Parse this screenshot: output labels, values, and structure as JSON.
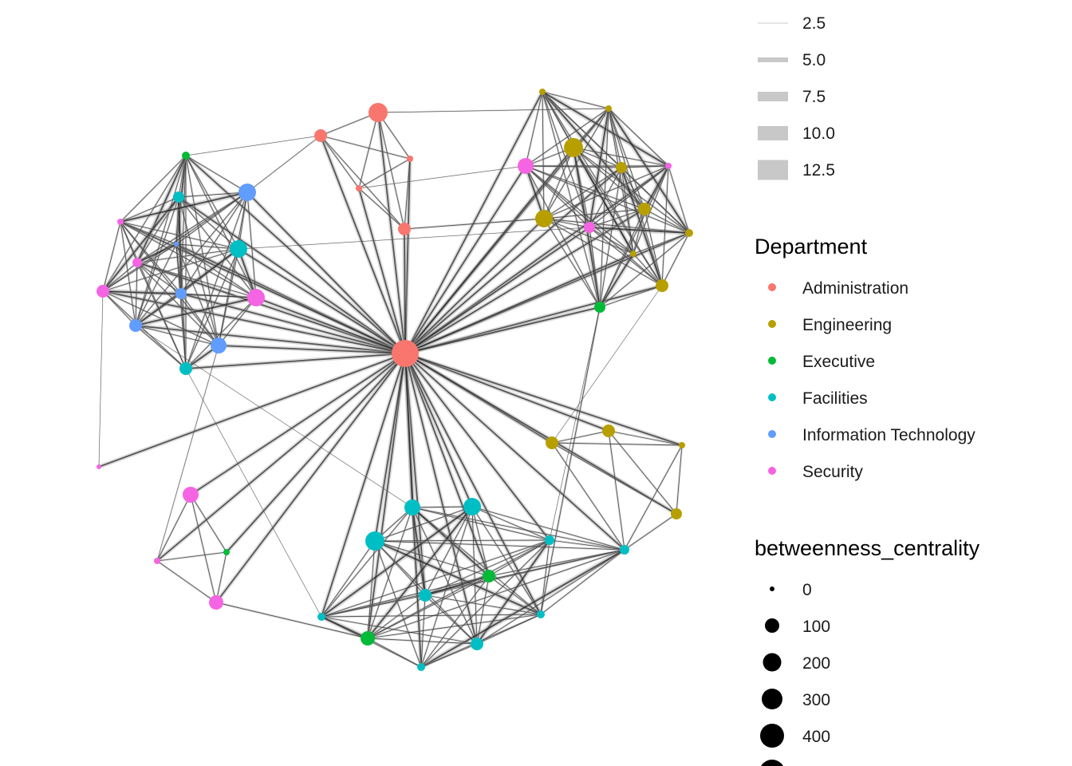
{
  "colors": {
    "Administration": "#F8766D",
    "Engineering": "#B79F00",
    "Executive": "#00BA38",
    "Facilities": "#00BFC4",
    "Information Technology": "#619CFF",
    "Security": "#F564E3"
  },
  "legend": {
    "edge_width": {
      "items": [
        {
          "label": "2.5"
        },
        {
          "label": "5.0"
        },
        {
          "label": "7.5"
        },
        {
          "label": "10.0"
        },
        {
          "label": "12.5"
        }
      ]
    },
    "department": {
      "title": "Department",
      "items": [
        {
          "label": "Administration",
          "color": "#F8766D"
        },
        {
          "label": "Engineering",
          "color": "#B79F00"
        },
        {
          "label": "Executive",
          "color": "#00BA38"
        },
        {
          "label": "Facilities",
          "color": "#00BFC4"
        },
        {
          "label": "Information Technology",
          "color": "#619CFF"
        },
        {
          "label": "Security",
          "color": "#F564E3"
        }
      ]
    },
    "betweenness": {
      "title": "betweenness_centrality",
      "items": [
        {
          "label": "0"
        },
        {
          "label": "100"
        },
        {
          "label": "200"
        },
        {
          "label": "300"
        },
        {
          "label": "400"
        }
      ]
    }
  }
}
